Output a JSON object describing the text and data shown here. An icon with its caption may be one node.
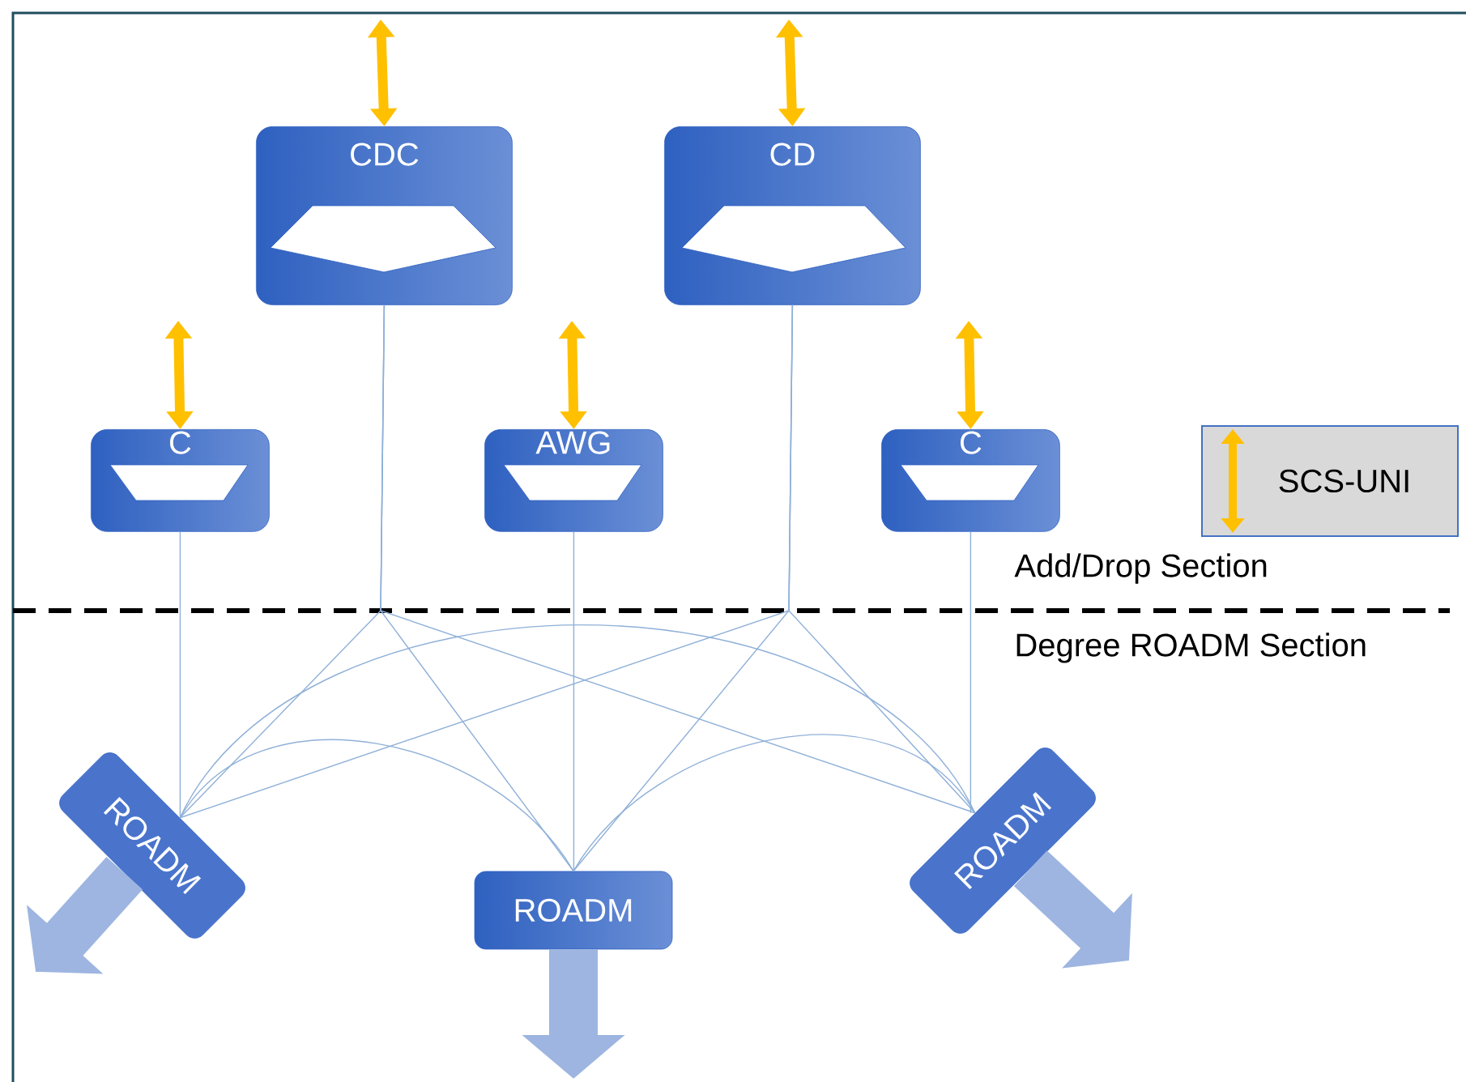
{
  "diagram": {
    "nodes": [
      {
        "text": [
          "CDC"
        ]
      },
      {
        "text": [
          "CD"
        ]
      },
      {
        "text": [
          "C"
        ]
      },
      {
        "text": [
          "AWG"
        ]
      },
      {
        "text": [
          "C"
        ]
      },
      {
        "text": [
          "ROADM"
        ]
      },
      {
        "text": [
          "ROADM"
        ]
      },
      {
        "text": [
          "ROADM"
        ]
      }
    ],
    "edges": [
      {
        "from": null,
        "to": 0,
        "arrow": "both",
        "style": "thick",
        "color": "#ffc000"
      },
      {
        "from": null,
        "to": 1,
        "arrow": "both",
        "style": "thick",
        "color": "#ffc000"
      },
      {
        "from": null,
        "to": 2,
        "arrow": "both",
        "style": "thick",
        "color": "#ffc000"
      },
      {
        "from": null,
        "to": 3,
        "arrow": "both",
        "style": "thick",
        "color": "#ffc000"
      },
      {
        "from": null,
        "to": 4,
        "arrow": "both",
        "style": "thick",
        "color": "#ffc000"
      },
      {
        "from": 2,
        "to": 5,
        "arrow": "none"
      },
      {
        "from": 3,
        "to": 6,
        "arrow": "none"
      },
      {
        "from": 4,
        "to": 7,
        "arrow": "none"
      },
      {
        "from": 0,
        "to": 5,
        "arrow": "none"
      },
      {
        "from": 0,
        "to": 6,
        "arrow": "none"
      },
      {
        "from": 0,
        "to": 7,
        "arrow": "none"
      },
      {
        "from": 1,
        "to": 5,
        "arrow": "none"
      },
      {
        "from": 1,
        "to": 6,
        "arrow": "none"
      },
      {
        "from": 1,
        "to": 7,
        "arrow": "none"
      },
      {
        "from": 5,
        "to": 6,
        "arrow": "none"
      },
      {
        "from": 6,
        "to": 7,
        "arrow": "none"
      },
      {
        "from": 5,
        "to": 7,
        "arrow": "none"
      },
      {
        "from": 5,
        "to": null,
        "arrow": "to",
        "style": "thick",
        "color": "#9db5e0"
      },
      {
        "from": 6,
        "to": null,
        "arrow": "to",
        "style": "thick",
        "color": "#9db5e0"
      },
      {
        "from": 7,
        "to": null,
        "arrow": "to",
        "style": "thick",
        "color": "#9db5e0"
      }
    ],
    "labels": [
      "Add/Drop Section",
      "Degree ROADM Section"
    ],
    "legend": [
      {
        "text": "SCS-UNI"
      }
    ]
  }
}
